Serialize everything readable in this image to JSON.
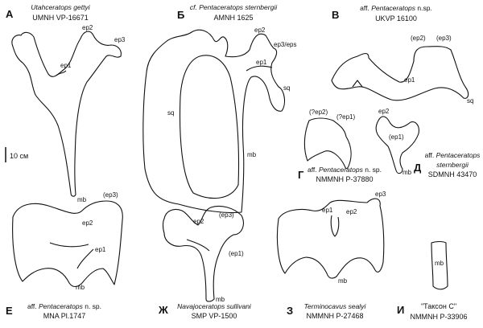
{
  "panels": [
    {
      "letter": "А",
      "taxon": "Utahceratops gettyi",
      "specimen": "UMNH VP-16671",
      "labels": [
        "ep1",
        "ep2",
        "ep3",
        "mb"
      ]
    },
    {
      "letter": "Б",
      "taxon_prefix": "cf.",
      "taxon": "Pentaceratops sternbergii",
      "specimen": "AMNH 1625",
      "labels": [
        "ep1",
        "ep2",
        "ep3/eps",
        "sq",
        "sq",
        "mb"
      ]
    },
    {
      "letter": "В",
      "taxon_prefix": "aff.",
      "taxon": "Pentaceratops",
      "taxon_suffix": "n.sp.",
      "specimen": "UKVP 16100",
      "labels": [
        "(ep2)",
        "(ep3)",
        "ep1",
        "sq"
      ]
    },
    {
      "letter": "Г",
      "taxon_prefix": "aff.",
      "taxon": "Pentaceratops",
      "taxon_suffix": "n. sp.",
      "specimen": "NMMNH P-37880",
      "labels": [
        "(?ep2)",
        "(?ep1)"
      ]
    },
    {
      "letter": "Д",
      "taxon_prefix": "aff.",
      "taxon": "Pentaceratops",
      "taxon_line2": "sternbergii",
      "specimen": "SDMNH 43470",
      "labels": [
        "ep2",
        "(ep1)",
        "mb"
      ]
    },
    {
      "letter": "Е",
      "taxon_prefix": "aff.",
      "taxon": "Pentaceratops",
      "taxon_suffix": "n. sp.",
      "specimen": "MNA Pl.1747",
      "labels": [
        "ep2",
        "(ep3)",
        "ep1",
        "mb"
      ]
    },
    {
      "letter": "Ж",
      "taxon": "Navajoceratops sullivani",
      "specimen": "SMP VP-1500",
      "labels": [
        "ep2",
        "(ep3)",
        "(ep1)",
        "mb"
      ]
    },
    {
      "letter": "З",
      "taxon": "Terminocavus sealyi",
      "specimen": "NMMNH P-27468",
      "labels": [
        "ep1",
        "ep2",
        "ep3",
        "mb"
      ]
    },
    {
      "letter": "И",
      "taxon": "\"Таксон С\"",
      "specimen": "NMMNH P-33906",
      "labels": [
        "mb"
      ]
    }
  ],
  "scale_bar": "10 см"
}
